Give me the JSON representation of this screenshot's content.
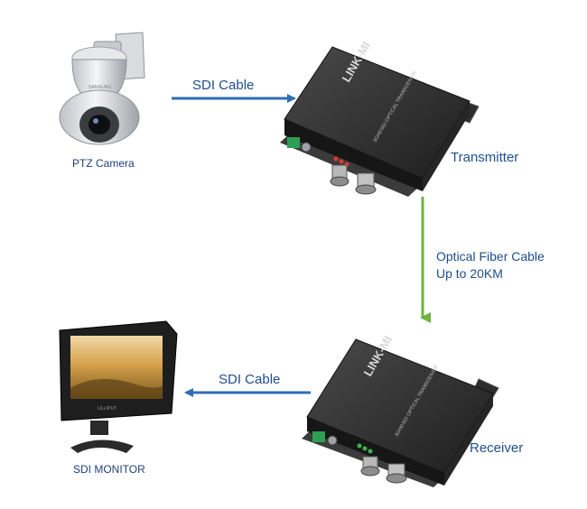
{
  "devices": {
    "camera_caption": "PTZ Camera",
    "camera_brand": "SAMSUNG",
    "transmitter_label": "Transmitter",
    "receiver_label": "Receiver",
    "monitor_caption": "SDI MONITOR",
    "monitor_brand": "LILLIPUT",
    "box_brand": "LINK-MI",
    "box_model": "3GHDSDI OPTICAL TRANSCEIVER"
  },
  "links": {
    "camera_to_transmitter": "SDI Cable",
    "fiber_line1": "Optical Fiber Cable",
    "fiber_line2": "Up to 20KM",
    "receiver_to_monitor": "SDI Cable"
  },
  "colors": {
    "label_blue": "#1f4e8c",
    "arrow_blue": "#2f6eb5",
    "arrow_green": "#6db33f",
    "device_dark": "#2b2b2b"
  }
}
